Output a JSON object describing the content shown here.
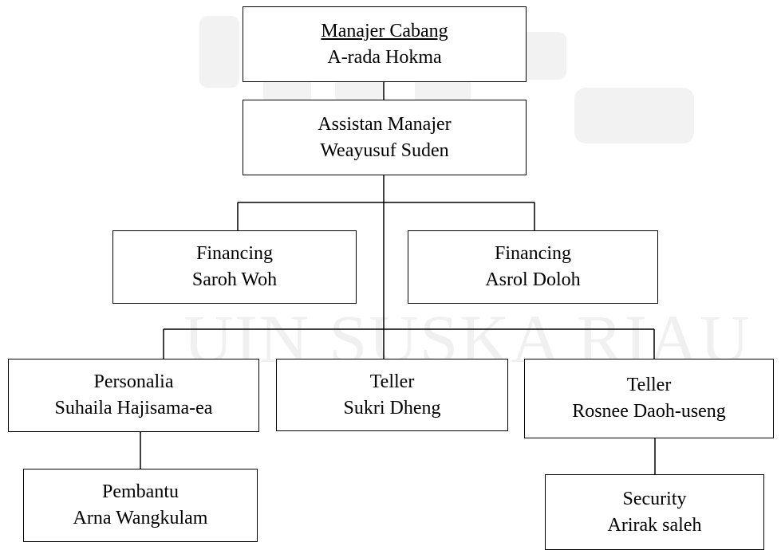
{
  "watermark": {
    "text": "UIN SUSKA RIAU",
    "color": "#f0f0f0"
  },
  "chart": {
    "nodes": [
      {
        "id": "manajer",
        "title": "Manajer Cabang",
        "name": "A-rada Hokma"
      },
      {
        "id": "assistan",
        "title": "Assistan Manajer",
        "name": "Weayusuf Suden"
      },
      {
        "id": "financing-1",
        "title": "Financing",
        "name": "Saroh Woh"
      },
      {
        "id": "financing-2",
        "title": "Financing",
        "name": "Asrol Doloh"
      },
      {
        "id": "personalia",
        "title": "Personalia",
        "name": "Suhaila Hajisama-ea"
      },
      {
        "id": "teller-1",
        "title": "Teller",
        "name": "Sukri Dheng"
      },
      {
        "id": "teller-2",
        "title": "Teller",
        "name": "Rosnee Daoh-useng"
      },
      {
        "id": "pembantu",
        "title": "Pembantu",
        "name": "Arna Wangkulam"
      },
      {
        "id": "security",
        "title": "Security",
        "name": "Arirak saleh"
      }
    ]
  }
}
